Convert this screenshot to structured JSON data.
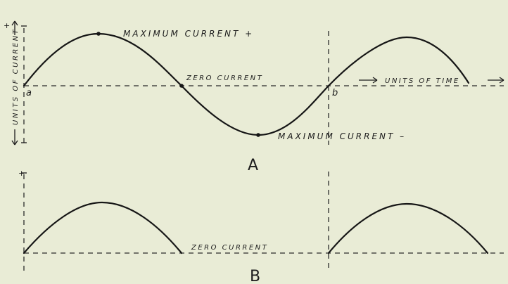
{
  "diagram": {
    "top": {
      "label_max_plus": "MAXIMUM  CURRENT   +",
      "label_max_minus": "MAXIMUM  CURRENT  –",
      "label_zero": "ZERO  CURRENT",
      "label_time": "UNITS   OF   TIME",
      "label_units_current": "UNITS  OF  CURRENT",
      "point_a": "a",
      "point_b": "b",
      "plus_tick": "+",
      "panel_letter": "A"
    },
    "bottom": {
      "label_zero": "ZERO  CURRENT",
      "plus_tick": "+",
      "panel_letter": "B"
    }
  }
}
